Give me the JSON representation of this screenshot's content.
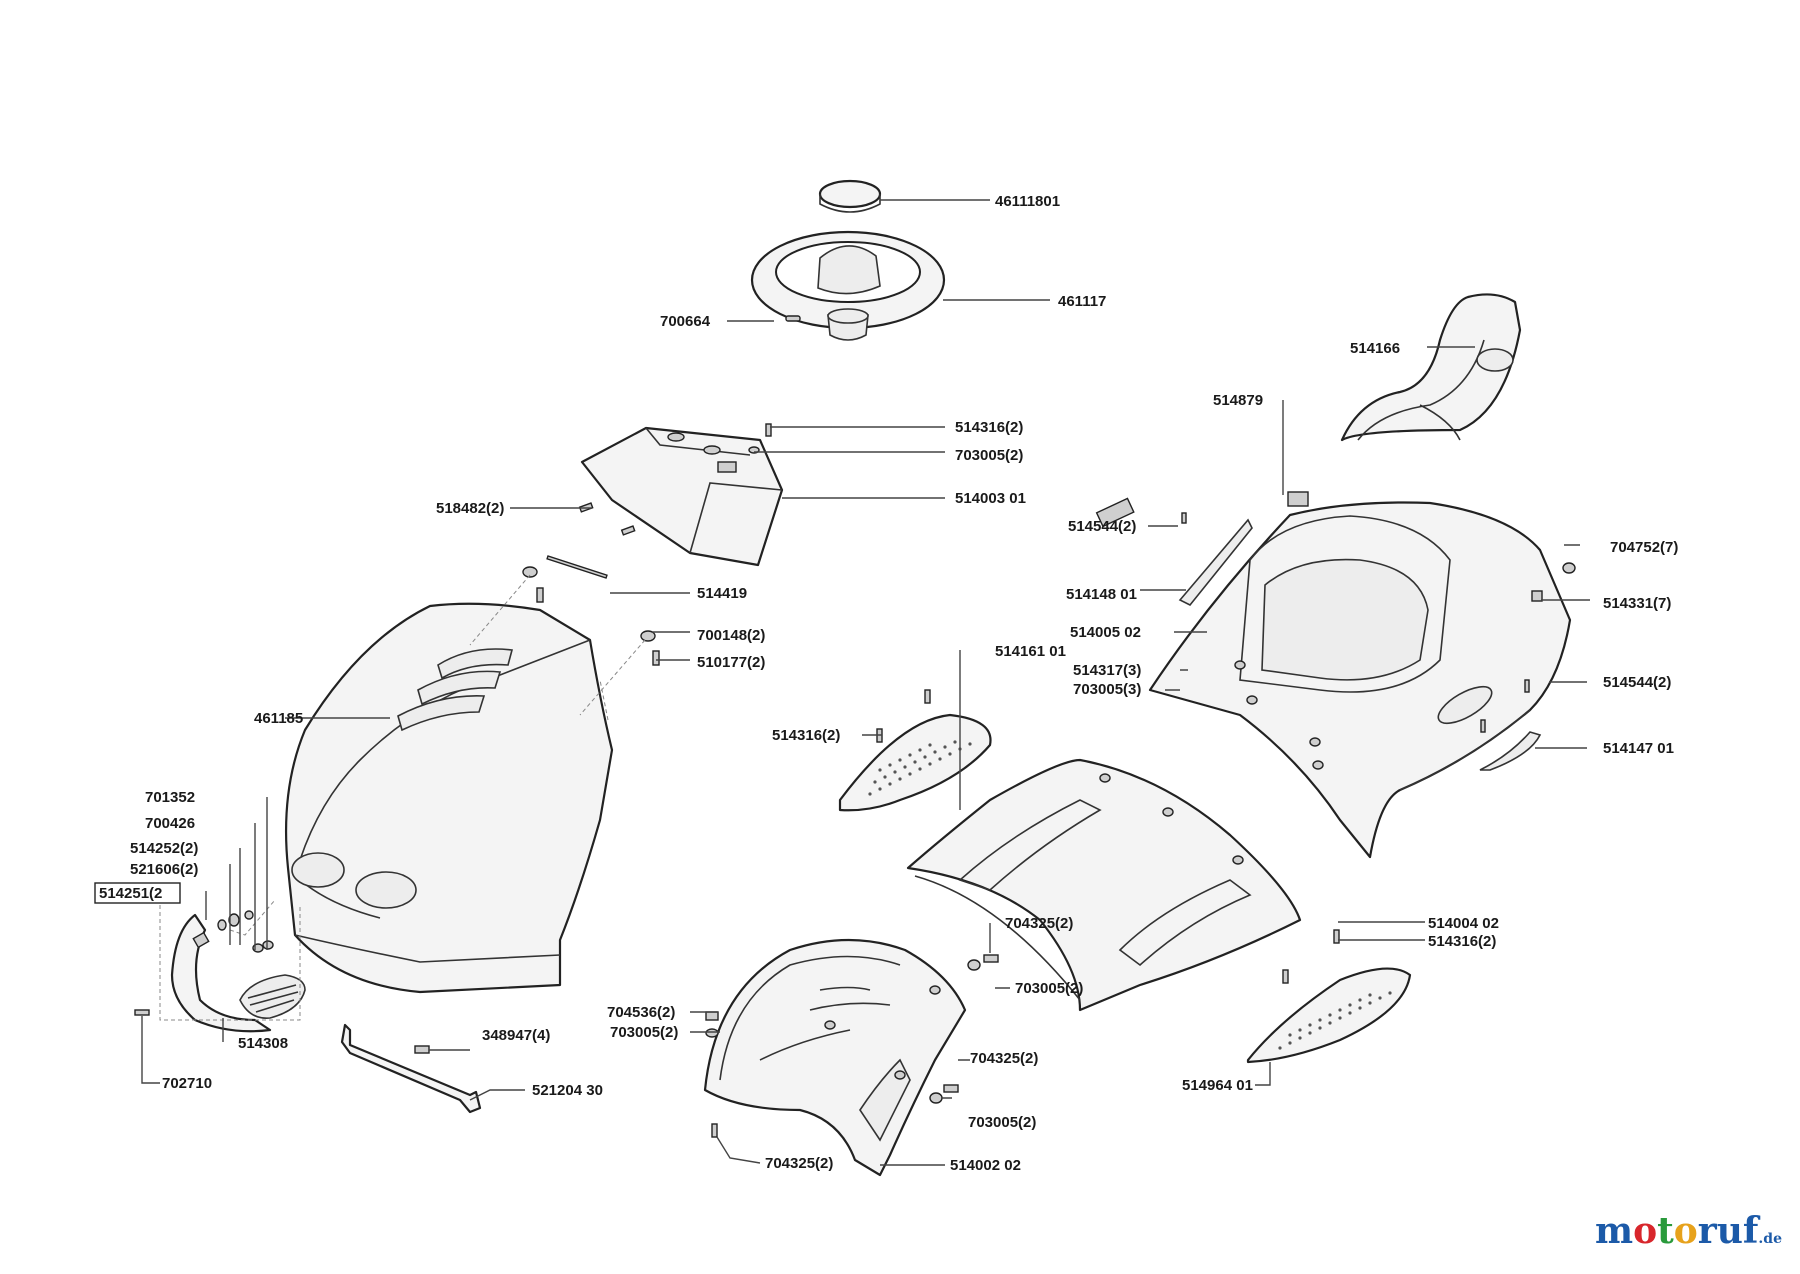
{
  "labels": {
    "p46111801": "46111801",
    "p461117": "461117",
    "p700664": "700664",
    "p514166": "514166",
    "p514879": "514879",
    "p514316_a": "514316(2)",
    "p703005_a": "703005(2)",
    "p514003": "514003 01",
    "p518482": "518482(2)",
    "p514544_a": "514544(2)",
    "p704752": "704752(7)",
    "p514148": "514148 01",
    "p514331": "514331(7)",
    "p514419": "514419",
    "p514005": "514005 02",
    "p700148": "700148(2)",
    "p510177": "510177(2)",
    "p514161": "514161 01",
    "p514317": "514317(3)",
    "p703005_b": "703005(3)",
    "p514544_b": "514544(2)",
    "p461185": "461185",
    "p514316_b": "514316(2)",
    "p514147": "514147 01",
    "p701352": "701352",
    "p700426": "700426",
    "p514252": "514252(2)",
    "p521606": "521606(2)",
    "p514251": "514251(2",
    "p514004": "514004 02",
    "p514316_c": "514316(2)",
    "p704325_a": "704325(2)",
    "p703005_c": "703005(2)",
    "p704536": "704536(2)",
    "p703005_d": "703005(2)",
    "p514308": "514308",
    "p348947": "348947(4)",
    "p704325_b": "704325(2)",
    "p703005_e": "703005(2)",
    "p702710": "702710",
    "p521204": "521204 30",
    "p514964": "514964 01",
    "p704325_c": "704325(2)",
    "p514002": "514002 02"
  },
  "brand": {
    "part1": "m",
    "part2": "o",
    "part3": "t",
    "part4": "o",
    "part5": "ruf",
    "tld": ".de"
  },
  "colors": {
    "line": "#222222",
    "fill": "#f4f4f4",
    "brand_blue": "#1c5aa8",
    "brand_red": "#d8262c",
    "brand_green": "#2a9a3c",
    "brand_orange": "#e7a21c"
  }
}
